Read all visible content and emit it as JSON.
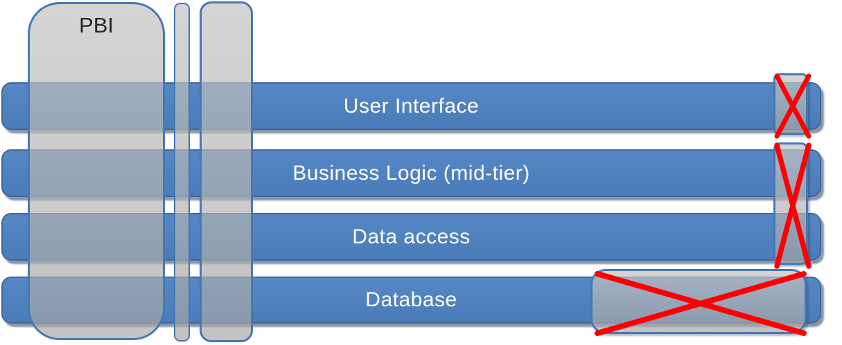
{
  "layers": [
    {
      "label": "User Interface"
    },
    {
      "label": "Business Logic (mid-tier)"
    },
    {
      "label": "Data access"
    },
    {
      "label": "Database"
    }
  ],
  "pbi": {
    "label": "PBI"
  },
  "colors": {
    "bar_fill": "#4e80bf",
    "bar_border": "#3e6899",
    "bar_text": "#ffffff",
    "strip_fill": "#c7c7c7",
    "strip_border": "#4678b4",
    "pbi_text": "#262626",
    "cross_red": "#ff0000",
    "shadow_navy": "#2e4d74"
  }
}
